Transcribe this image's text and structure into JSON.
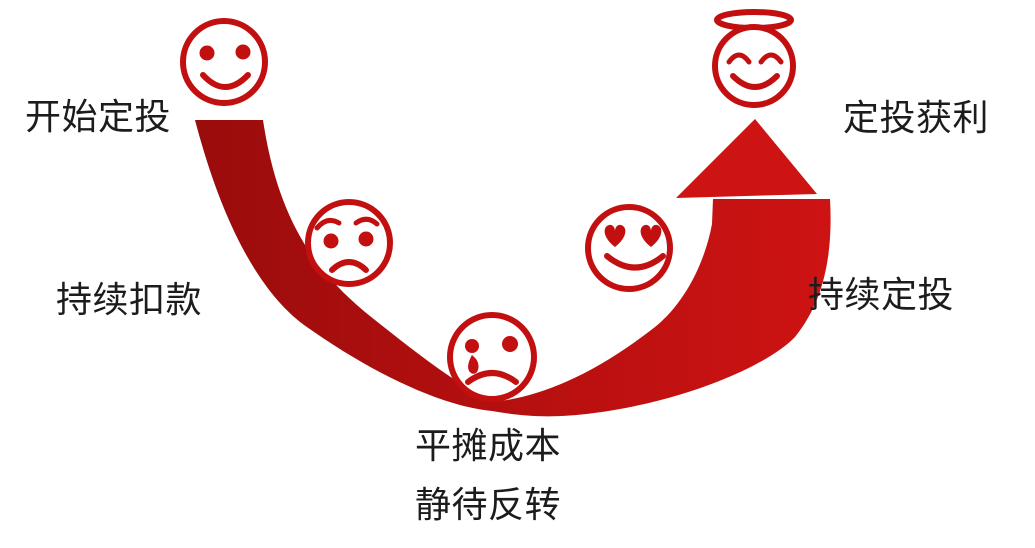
{
  "diagram": {
    "kind": "investment-smile-curve",
    "stages": [
      {
        "id": "start",
        "label": "开始定投",
        "icon": "smiling-face-icon"
      },
      {
        "id": "deduct",
        "label": "持续扣款",
        "icon": "worried-face-icon"
      },
      {
        "id": "bottom",
        "label_lines": [
          "平摊成本",
          "静待反转"
        ],
        "icon": "crying-face-icon"
      },
      {
        "id": "invest",
        "label": "持续定投",
        "icon": "heart-eyes-face-icon"
      },
      {
        "id": "profit",
        "label": "定投获利",
        "icon": "angel-face-icon"
      }
    ],
    "colors": {
      "curve_dark": "#9A0C0C",
      "curve_mid": "#B30F0F",
      "curve_bright": "#CE1313",
      "face_red": "#C20F0F",
      "text_color": "#1C1C1C",
      "background": "#FFFFFF"
    }
  }
}
